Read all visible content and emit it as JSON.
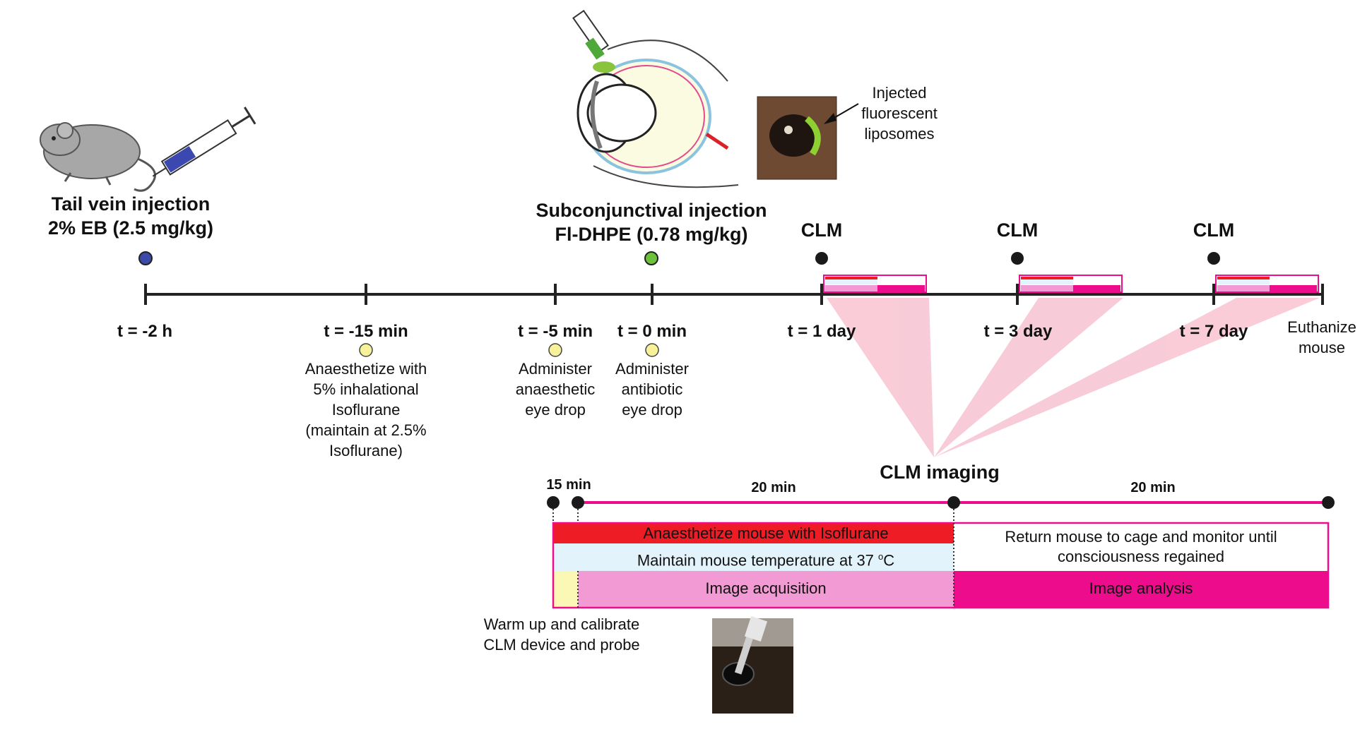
{
  "steps": {
    "tail": {
      "line1": "Tail vein injection",
      "line2": "2% EB (2.5 mg/kg)"
    },
    "subconj": {
      "line1": "Subconjunctival injection",
      "line2": "Fl-DHPE (0.78 mg/kg)"
    },
    "clm_labels": [
      "CLM",
      "CLM",
      "CLM"
    ],
    "callout": {
      "line1": "Injected",
      "line2": "fluorescent",
      "line3": "liposomes"
    }
  },
  "timeline": {
    "ticks": [
      "t = -2 h",
      "t = -15 min",
      "t = -5 min",
      "t = 0 min",
      "t = 1 day",
      "t = 3 day",
      "t = 7 day"
    ],
    "end_note": {
      "line1": "Euthanize",
      "line2": "mouse"
    }
  },
  "notes": {
    "anaesthetize": [
      "Anaesthetize with",
      "5% inhalational",
      "Isoflurane",
      "(maintain at 2.5%",
      "Isoflurane)"
    ],
    "anaesthetic_drop": [
      "Administer",
      "anaesthetic",
      "eye drop"
    ],
    "antibiotic_drop": [
      "Administer",
      "antibiotic",
      "eye drop"
    ]
  },
  "clm_imaging": {
    "title": "CLM imaging",
    "durations": [
      "15 min",
      "20 min",
      "20 min"
    ],
    "rows": {
      "anaesthetize": "Anaesthetize mouse with Isoflurane",
      "maintain": "Maintain mouse temperature at 37 ",
      "maintain_sup": "o",
      "maintain_unit": "C",
      "return_line1": "Return mouse to cage and monitor until",
      "return_line2": "consciousness regained",
      "acquisition": "Image acquisition",
      "analysis": "Image analysis"
    },
    "warmup": {
      "line1": "Warm up and calibrate",
      "line2": "CLM device and probe"
    }
  },
  "colors": {
    "blue_dot": "#3c4aa8",
    "green_dot": "#6cc23a",
    "yellow_dot": "#f7f29a",
    "red": "#ee1c25",
    "light_blue": "#e3f3fb",
    "light_pink": "#f19ad3",
    "magenta": "#ec0c8c",
    "pale_pink": "#f9c9d8",
    "pale_yellow": "#fbf7b5"
  }
}
